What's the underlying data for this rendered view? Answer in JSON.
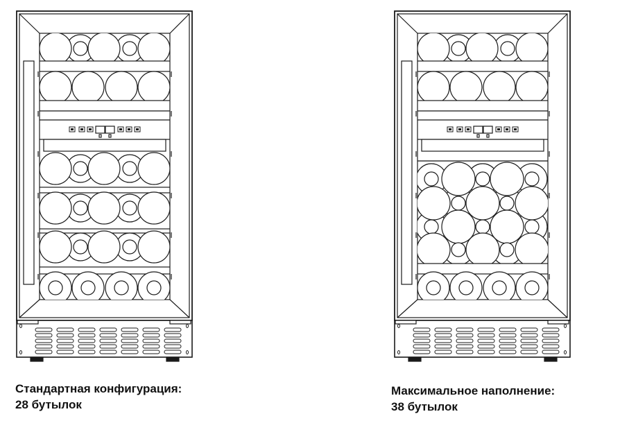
{
  "figures": [
    {
      "id": "standard",
      "caption_line1": "Стандартная конфигурация:",
      "caption_line2": "28 бутылок",
      "bottles": 28,
      "layout": "standard"
    },
    {
      "id": "maximum",
      "caption_line1": "Максимальное наполнение:",
      "caption_line2": "38 бутылок",
      "bottles": 38,
      "layout": "maximum"
    }
  ],
  "colors": {
    "line": "#1a1a1a",
    "background": "#ffffff"
  }
}
